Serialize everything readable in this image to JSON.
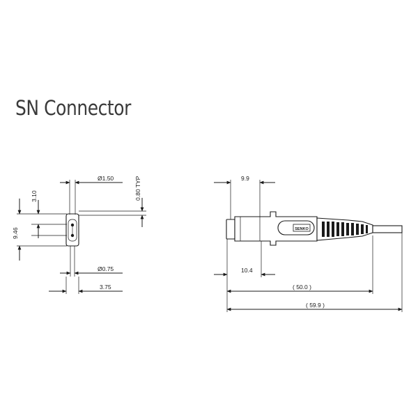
{
  "title": "SN Connector",
  "front_view": {
    "dim_ferrule_diameter": "Ø1.50",
    "dim_typ": "0.80 TYP",
    "dim_height": "3.10",
    "dim_width": "9.46",
    "dim_fiber_diameter": "Ø0.75",
    "dim_pitch": "3.75"
  },
  "side_view": {
    "dim_top": "9.9",
    "dim_latch": "10.4",
    "dim_boot": "( 50.0 )",
    "dim_overall": "( 59.9 )",
    "logo_text": "SENKO"
  },
  "colors": {
    "line": "#1a1a1a",
    "title": "#3a3a3a"
  }
}
